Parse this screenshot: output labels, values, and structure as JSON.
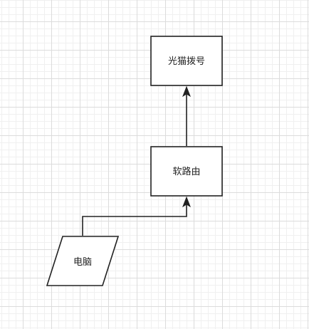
{
  "diagram": {
    "nodes": {
      "modem": {
        "label": "光猫拨号",
        "shape": "rectangle"
      },
      "router": {
        "label": "软路由",
        "shape": "rectangle"
      },
      "computer": {
        "label": "电脑",
        "shape": "parallelogram"
      }
    },
    "edges": [
      {
        "from": "computer",
        "to": "router"
      },
      {
        "from": "router",
        "to": "modem"
      }
    ]
  },
  "colors": {
    "stroke": "#222222",
    "background": "#ffffff",
    "grid": "#dcdcdc"
  }
}
